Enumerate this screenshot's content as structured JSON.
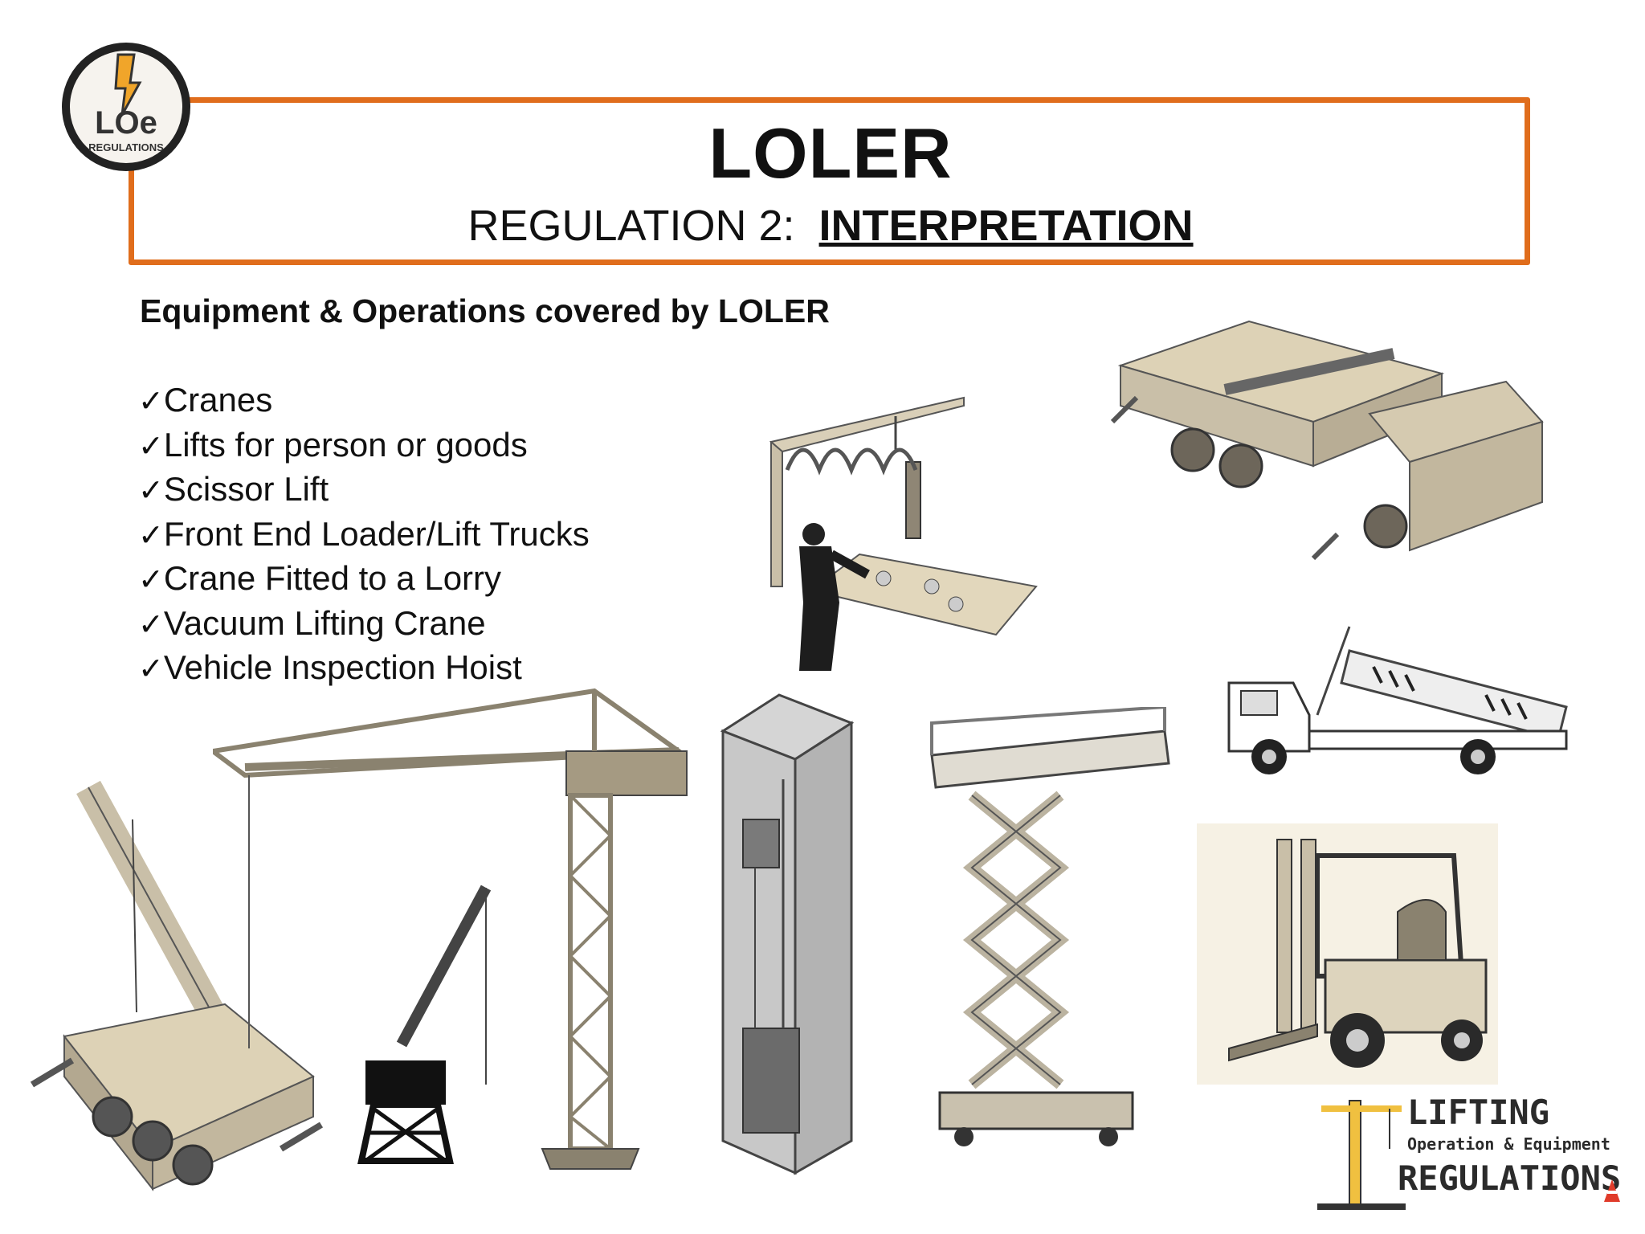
{
  "header": {
    "title": "LOLER",
    "subtitle_prefix": "REGULATION 2:",
    "subtitle_emphasis": "INTERPRETATION"
  },
  "logo_top": {
    "text": "LOe",
    "subtext": "REGULATIONS"
  },
  "content": {
    "heading": "Equipment & Operations covered by  LOLER",
    "tick_symbol": "✓",
    "items": [
      "Cranes",
      "Lifts for person or goods",
      "Scissor Lift",
      "Front End Loader/Lift Trucks",
      "Crane Fitted to a Lorry",
      "Vacuum Lifting Crane",
      "Vehicle Inspection Hoist"
    ]
  },
  "logo_bottom": {
    "line1": "LIFTING",
    "line2": "Operation & Equipment",
    "line3": "REGULATIONS"
  },
  "colors": {
    "accent": "#e06d1c",
    "text": "#111111",
    "illustration": "#c9bfa8"
  }
}
